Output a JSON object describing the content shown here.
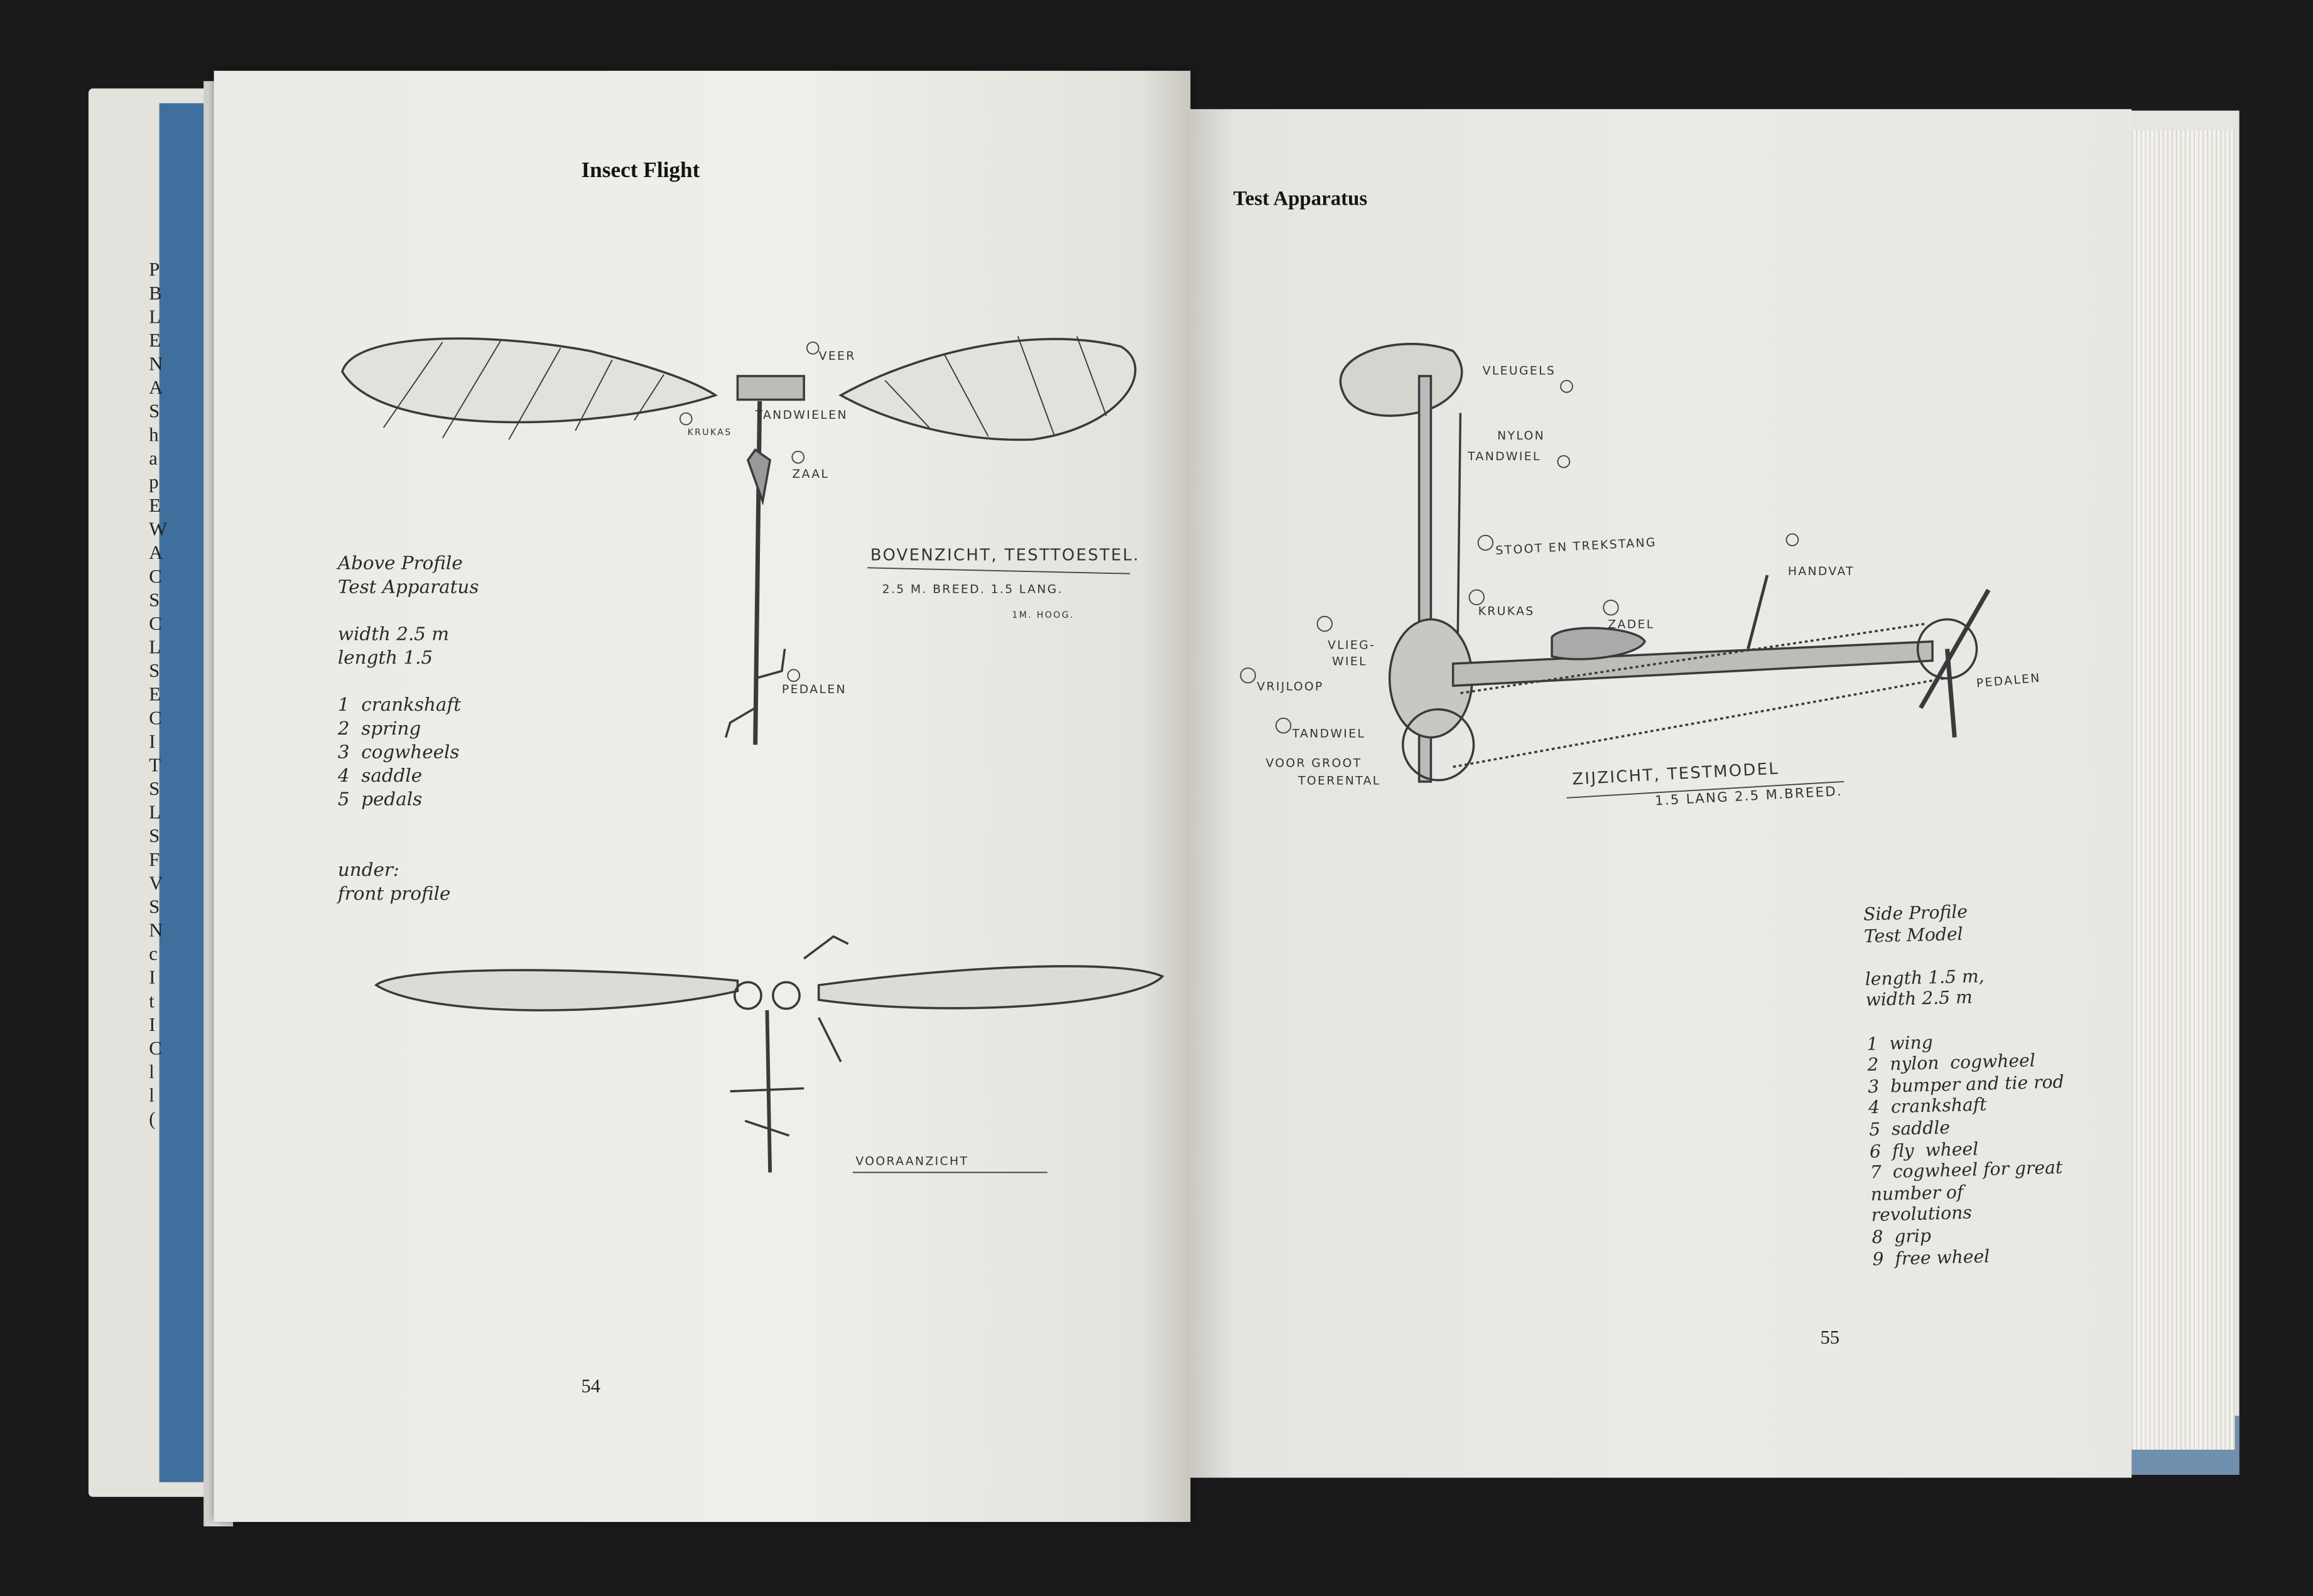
{
  "left_page": {
    "heading": "Insect Flight",
    "description_lines": [
      "Above Profile",
      "Test Apparatus",
      "",
      "width 2.5 m",
      "length 1.5",
      "",
      "1  crankshaft",
      "2  spring",
      "3  cogwheels",
      "4  saddle",
      "5  pedals",
      "",
      "",
      "under:",
      "front profile"
    ],
    "page_number": "54",
    "sketch_labels": {
      "veer": "VEER",
      "tandwielen": "TANDWIELEN",
      "krukas": "KRUKAS",
      "zaal": "ZAAL",
      "pedalen": "PEDALEN",
      "caption_title": "BOVENZICHT, TESTTOESTEL.",
      "caption_dims": "2.5 M. BREED.  1.5 LANG.",
      "caption_height": "1M. HOOG.",
      "front_caption": "VOORAANZICHT"
    }
  },
  "right_page": {
    "heading": "Test Apparatus",
    "description_lines": [
      "Side Profile",
      "Test Model",
      "",
      "length 1.5 m,",
      "width 2.5 m",
      "",
      "1  wing",
      "2  nylon  cogwheel",
      "3  bumper and tie rod",
      "4  crankshaft",
      "5  saddle",
      "6  fly  wheel",
      "7  cogwheel for great",
      "number of",
      "revolutions",
      "8  grip",
      "9  free wheel"
    ],
    "page_number": "55",
    "sketch_labels": {
      "vleugels": "VLEUGELS",
      "nylon": "NYLON",
      "tandwiel": "TANDWIEL",
      "stootstang": "STOOT EN TREKSTANG",
      "handvat": "HANDVAT",
      "krukas": "KRUKAS",
      "zadel": "ZADEL",
      "vlieg": "VLIEG-",
      "wiel": "WIEL",
      "vrijloop": "VRIJLOOP",
      "tandwiel7": "TANDWIEL",
      "voor_groot": "VOOR GROOT",
      "toerental": "TOERENTAL",
      "pedalen": "PEDALEN",
      "caption_title": "ZIJZICHT, TESTMODEL",
      "caption_dims": "1.5 LANG   2.5 M.BREED."
    }
  },
  "previous_page_edge_letters": [
    "P",
    "B",
    "L",
    "E",
    "N",
    "A",
    "S",
    "h",
    "a",
    "p",
    "E",
    "W",
    "A",
    "C",
    "S",
    "C",
    "L",
    "S",
    "E",
    "C",
    "I",
    "T",
    "S",
    "L",
    "S",
    "F",
    "V",
    "S",
    "N",
    "c",
    "I",
    "t",
    "I",
    "C",
    "l",
    "l",
    "("
  ]
}
